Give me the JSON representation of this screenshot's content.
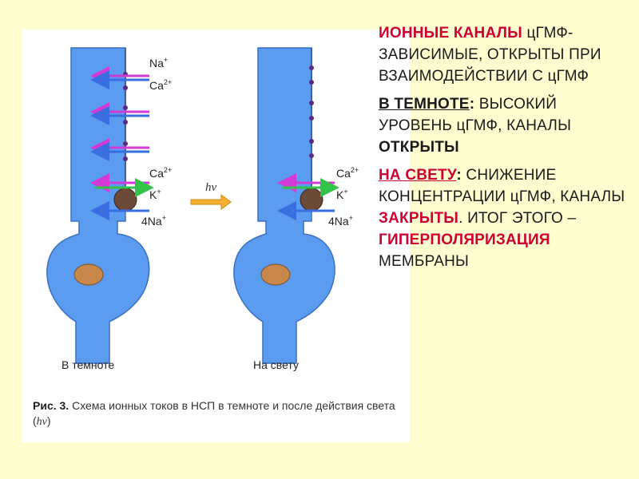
{
  "figure": {
    "labels": {
      "na": "Na",
      "na_sup": "+",
      "ca": "Ca",
      "ca_sup": "2+",
      "k": "K",
      "k_sup": "+",
      "na4": "4Na",
      "na4_sup": "+",
      "hv": "hν"
    },
    "cell_left_label": "В темноте",
    "cell_right_label": "На свету",
    "caption_prefix": "Рис. 3.",
    "caption_text": " Схема ионных токов в НСП в темноте и после действия света (",
    "caption_hv": "hν",
    "caption_end": ")"
  },
  "text": {
    "p1_title": "ИОННЫЕ КАНАЛЫ",
    "p1_body": " цГМФ-ЗАВИСИМЫЕ, ОТКРЫТЫ ПРИ ВЗАИМОДЕЙСТВИИ С цГМФ",
    "p2_head": "В ТЕМНОТЕ",
    "p2_colon": ": ",
    "p2_body": "ВЫСОКИЙ УРОВЕНЬ цГМФ, КАНАЛЫ ",
    "p2_strong": "ОТКРЫТЫ",
    "p3_head": "НА СВЕТУ",
    "p3_colon": ": ",
    "p3_body1": "СНИЖЕНИЕ КОНЦЕНТРАЦИИ цГМФ, КАНАЛЫ ",
    "p3_red1": "ЗАКРЫТЫ",
    "p3_body2": ". ИТОГ ЭТОГО – ",
    "p3_red2": "ГИПЕРПОЛЯРИЗАЦИЯ",
    "p3_body3": " МЕМБРАНЫ"
  },
  "colors": {
    "cell": "#5b9bf0",
    "cell_stroke": "#3a6fc0",
    "nucleus": "#c8884b",
    "ball": "#6b4a38",
    "na_arrow": "#d23ad4",
    "ca_arrow": "#3a6ee0",
    "k_arrow": "#33c24a",
    "hv_arrow": "#f5b030",
    "red": "#cc0033"
  }
}
